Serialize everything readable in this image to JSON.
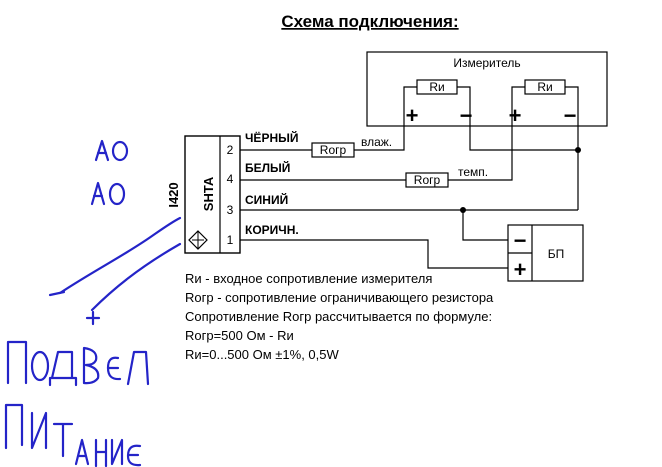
{
  "title": "Схема подключения:",
  "device": {
    "name": "I420",
    "model": "SHTA",
    "pins": [
      "2",
      "4",
      "3",
      "1"
    ]
  },
  "wires": [
    {
      "pin": "2",
      "color": "ЧЁРНЫЙ",
      "resistor": "Rогр",
      "target": "влаж."
    },
    {
      "pin": "4",
      "color": "БЕЛЫЙ",
      "resistor": "Rогр",
      "target": "темп."
    },
    {
      "pin": "3",
      "color": "СИНИЙ"
    },
    {
      "pin": "1",
      "color": "КОРИЧН."
    }
  ],
  "meter": {
    "label": "Измеритель",
    "resistors": [
      "Rи",
      "Rи"
    ],
    "signs": [
      "+",
      "−",
      "+",
      "−"
    ]
  },
  "power_supply": {
    "label": "БП",
    "minus": "−",
    "plus": "+"
  },
  "notes": [
    "Rи - входное сопротивление измерителя",
    "Rогр - сопротивление ограничивающего резистора",
    "Сопротивление  Rогр рассчитывается по формуле:",
    "Rогр=500 Ом - Rи",
    "Rи=0...500 Ом ±1%, 0,5W"
  ]
}
